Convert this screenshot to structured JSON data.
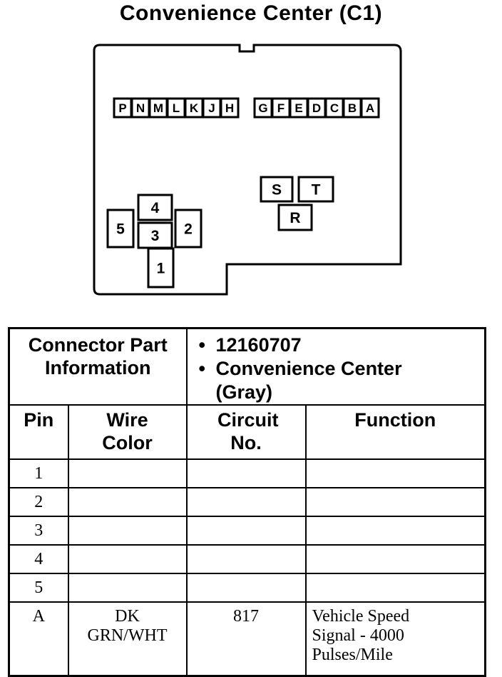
{
  "title": "Convenience Center (C1)",
  "connector": {
    "pins_top_left": [
      "P",
      "N",
      "M",
      "L",
      "K",
      "J",
      "H"
    ],
    "pins_top_right": [
      "G",
      "F",
      "E",
      "D",
      "C",
      "B",
      "A"
    ],
    "pins_mid": [
      "S",
      "T",
      "R"
    ],
    "pins_numbered": [
      "4",
      "5",
      "3",
      "2",
      "1"
    ]
  },
  "table": {
    "part_info_header": "Connector Part Information",
    "part_info": [
      "12160707",
      "Convenience Center (Gray)"
    ],
    "columns": [
      "Pin",
      "Wire Color",
      "Circuit No.",
      "Function"
    ],
    "rows": [
      {
        "pin": "1",
        "wire": "",
        "circuit": "",
        "function": ""
      },
      {
        "pin": "2",
        "wire": "",
        "circuit": "",
        "function": ""
      },
      {
        "pin": "3",
        "wire": "",
        "circuit": "",
        "function": ""
      },
      {
        "pin": "4",
        "wire": "",
        "circuit": "",
        "function": ""
      },
      {
        "pin": "5",
        "wire": "",
        "circuit": "",
        "function": ""
      },
      {
        "pin": "A",
        "wire": "DK GRN/WHT",
        "circuit": "817",
        "function": "Vehicle Speed Signal - 4000 Pulses/Mile"
      }
    ]
  }
}
